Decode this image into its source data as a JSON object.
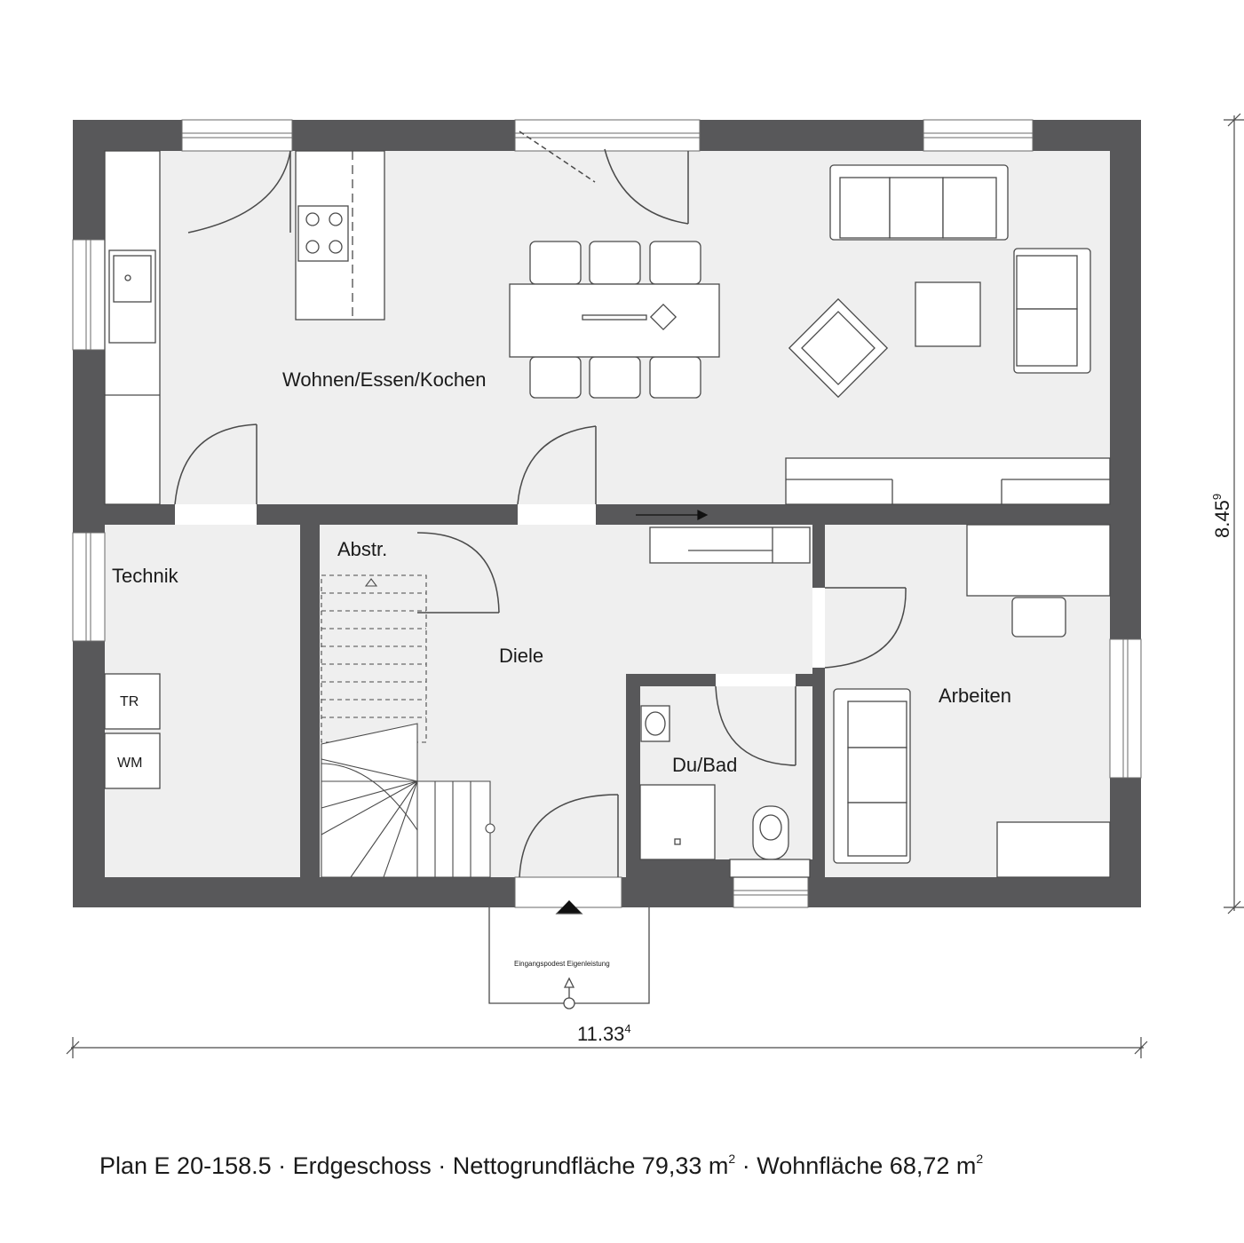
{
  "rooms": {
    "wohnen": "Wohnen/Essen/Kochen",
    "technik": "Technik",
    "abstr": "Abstr.",
    "diele": "Diele",
    "dubad": "Du/Bad",
    "arbeiten": "Arbeiten"
  },
  "appliances": {
    "tr": "TR",
    "wm": "WM"
  },
  "entrance": {
    "label": "Eingangspodest Eigenleistung"
  },
  "dimensions": {
    "width_main": "11.33",
    "width_sup": "4",
    "height_main": "8.45",
    "height_sup": "9"
  },
  "caption": {
    "text": "Plan E 20-158.5 · Erdgeschoss · Nettogrundfläche 79,33 m",
    "sup1": "2",
    "text2": " · Wohnfläche 68,72 m",
    "sup2": "2"
  },
  "colors": {
    "wall": "#58585a",
    "floor": "#efefef",
    "line": "#4a4a4a"
  }
}
